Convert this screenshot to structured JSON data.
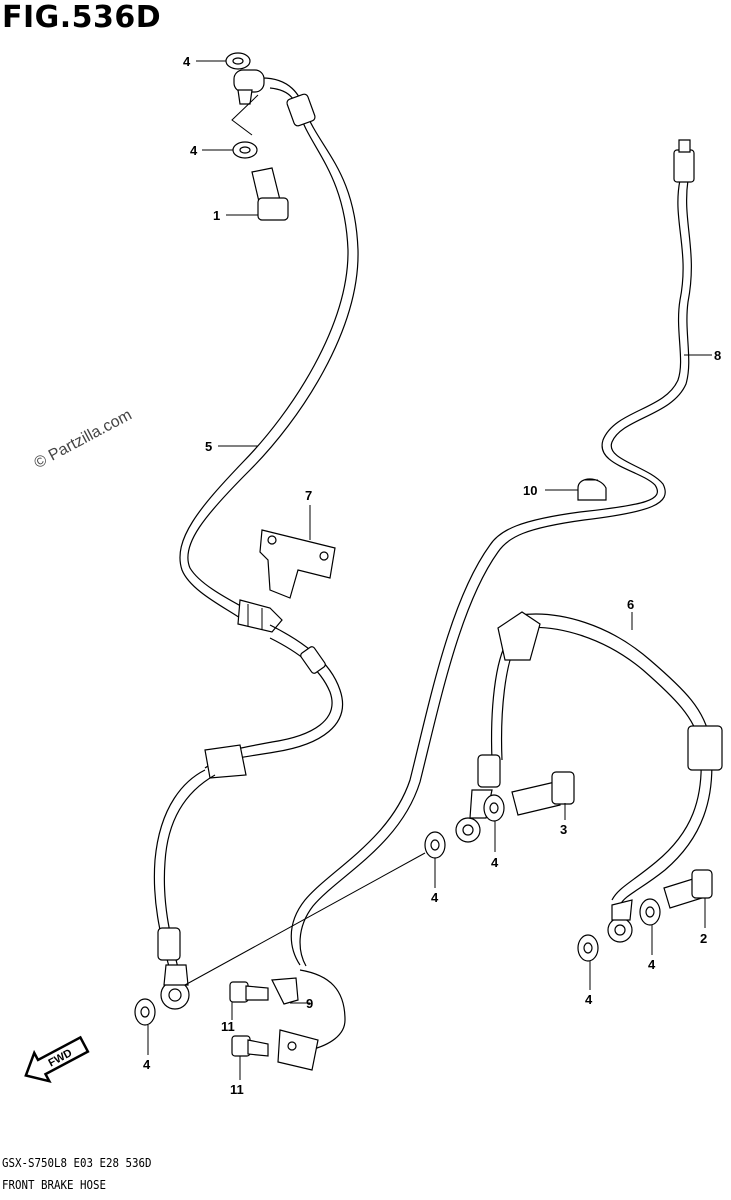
{
  "figure": {
    "title": "FIG.536D"
  },
  "watermark": "© Partzilla.com",
  "footer": {
    "model_code": "GSX-S750L8 E03 E28 536D",
    "name": "FRONT BRAKE HOSE"
  },
  "direction_arrow": {
    "text": "FWD"
  },
  "callouts": [
    {
      "id": "c-4a",
      "text": "4"
    },
    {
      "id": "c-4b",
      "text": "4"
    },
    {
      "id": "c-1",
      "text": "1"
    },
    {
      "id": "c-8",
      "text": "8"
    },
    {
      "id": "c-5",
      "text": "5"
    },
    {
      "id": "c-7",
      "text": "7"
    },
    {
      "id": "c-10",
      "text": "10"
    },
    {
      "id": "c-6",
      "text": "6"
    },
    {
      "id": "c-3",
      "text": "3"
    },
    {
      "id": "c-4c",
      "text": "4"
    },
    {
      "id": "c-4d",
      "text": "4"
    },
    {
      "id": "c-2",
      "text": "2"
    },
    {
      "id": "c-4e",
      "text": "4"
    },
    {
      "id": "c-4f",
      "text": "4"
    },
    {
      "id": "c-9",
      "text": "9"
    },
    {
      "id": "c-11a",
      "text": "11"
    },
    {
      "id": "c-11b",
      "text": "11"
    },
    {
      "id": "c-4g",
      "text": "4"
    }
  ]
}
